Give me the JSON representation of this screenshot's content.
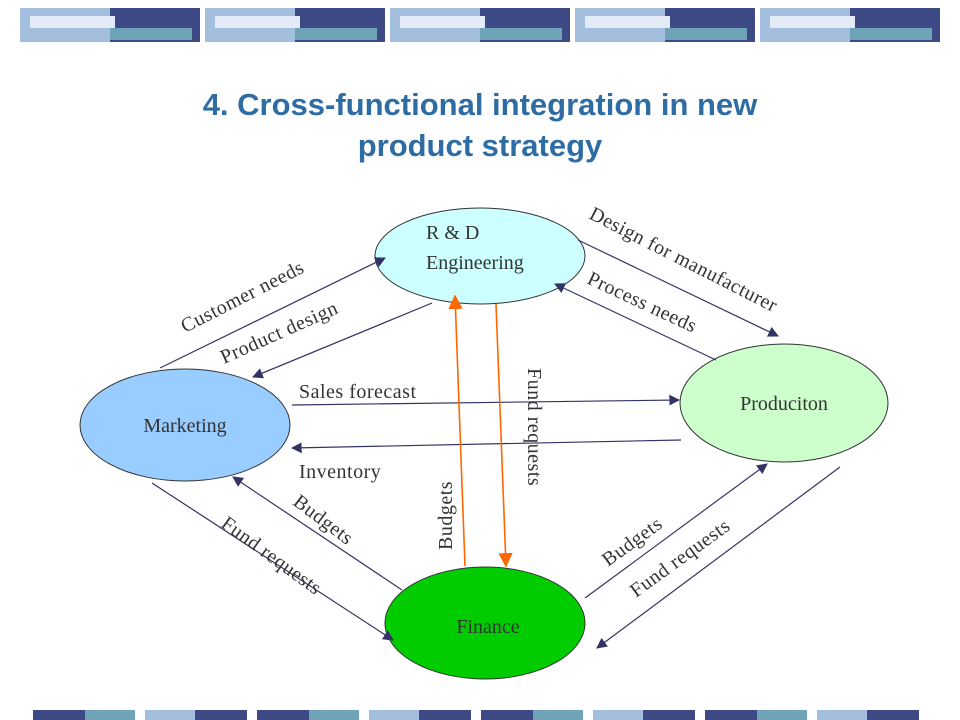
{
  "title": {
    "line1": "4. Cross-functional integration in new",
    "line2": "product strategy"
  },
  "colors": {
    "title": "#2E6DA4",
    "rd_fill": "#CCFFFF",
    "marketing_fill": "#99CCFF",
    "production_fill": "#CCFFCC",
    "finance_fill": "#00CC00",
    "arrow": "#333366",
    "vertical_arrow": "#FF6600",
    "deco_dark": "#3D4A86",
    "deco_light": "#A4BEDD",
    "deco_teal": "#6FA3B8"
  },
  "nodes": {
    "rd_line1": "R & D",
    "rd_line2": "Engineering",
    "marketing": "Marketing",
    "production": "Produciton",
    "finance": "Finance"
  },
  "edges": {
    "customer_needs": "Customer needs",
    "product_design": "Product design",
    "design_for_manufacturer": "Design for manufacturer",
    "process_needs": "Process needs",
    "sales_forecast": "Sales forecast",
    "inventory": "Inventory",
    "fund_requests_rd": "Fund requests",
    "budgets_rd": "Budgets",
    "budgets_marketing": "Budgets",
    "fund_requests_marketing": "Fund requests",
    "budgets_production": "Budgets",
    "fund_requests_production": "Fund requests"
  }
}
